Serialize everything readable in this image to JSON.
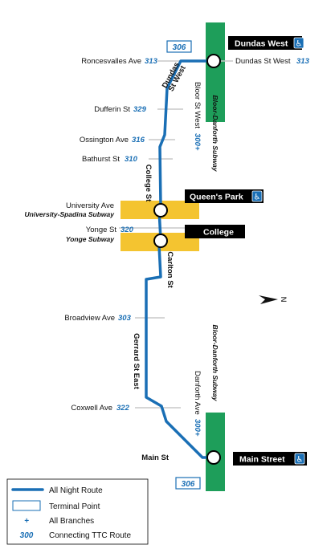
{
  "colors": {
    "route": "#1a6fb5",
    "subway_green": "#1e9e5a",
    "subway_yellow": "#f4c430",
    "cross_street": "#c8c8c8",
    "station_box": "#000000",
    "accessible": "#1a6fb5"
  },
  "stations": {
    "dundas_west": "Dundas West",
    "queens_park": "Queen's Park",
    "college": "College",
    "main_street": "Main Street"
  },
  "streets": {
    "roncesvalles": "Roncesvalles Ave",
    "dundas_st_west_right": "Dundas St West",
    "dufferin": "Dufferin St",
    "ossington": "Ossington Ave",
    "bathurst": "Bathurst St",
    "university": "University Ave",
    "yonge": "Yonge St",
    "broadview": "Broadview Ave",
    "coxwell": "Coxwell Ave",
    "main_st": "Main St",
    "dundas_st_west_route_1": "Dundas",
    "dundas_st_west_route_2": "St West",
    "bloor_st_west": "Bloor St West",
    "college_st": "College St",
    "carlton_st": "Carlton St",
    "gerrard_st_east": "Gerrard St East",
    "danforth_ave": "Danforth Ave"
  },
  "subway_lines": {
    "bloor_danforth_top": "Bloor-Danforth Subway",
    "bloor_danforth_bottom": "Bloor-Danforth Subway",
    "university_spadina": "University-Spadina Subway",
    "yonge": "Yonge Subway"
  },
  "routes": {
    "roncesvalles": "313",
    "dundas_st_west": "313",
    "dufferin": "329",
    "ossington": "316",
    "bathurst": "310",
    "yonge": "320",
    "broadview": "303",
    "coxwell": "322",
    "bloor_st_west": "300+",
    "danforth_ave": "300+",
    "terminal_top": "306",
    "terminal_bottom": "306"
  },
  "north_arrow": "N",
  "legend": {
    "all_night_route": "All Night Route",
    "terminal_point": "Terminal Point",
    "all_branches_symbol": "+",
    "all_branches": "All Branches",
    "connecting_symbol": "300",
    "connecting": "Connecting TTC Route"
  }
}
